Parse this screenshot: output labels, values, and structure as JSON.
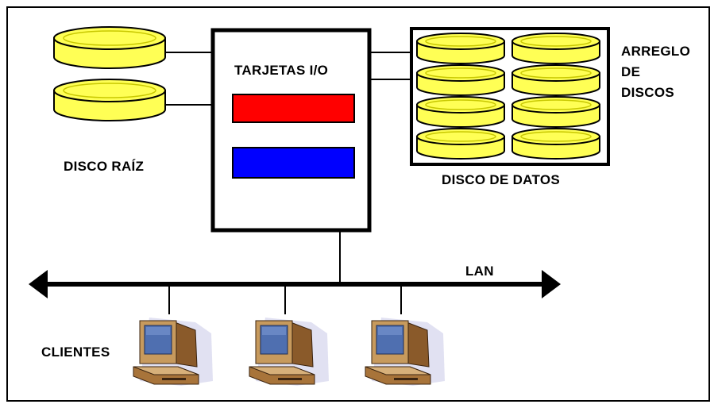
{
  "labels": {
    "disco_raiz": "DISCO RAÍZ",
    "tarjetas_io": "TARJETAS I/O",
    "disco_datos": "DISCO DE DATOS",
    "arreglo_line1": "ARREGLO",
    "arreglo_line2": "DE",
    "arreglo_line3": "DISCOS",
    "lan": "LAN",
    "clientes": "CLIENTES"
  },
  "colors": {
    "disk_fill": "#ffff55",
    "disk_shadow": "#d8d800",
    "io_card_top": "#ff0000",
    "io_card_bottom": "#0000ff",
    "line": "#000000"
  },
  "icons": {
    "root_disk": "database-cylinder-icon",
    "data_disk": "database-cylinder-icon",
    "client": "desktop-computer-icon"
  }
}
